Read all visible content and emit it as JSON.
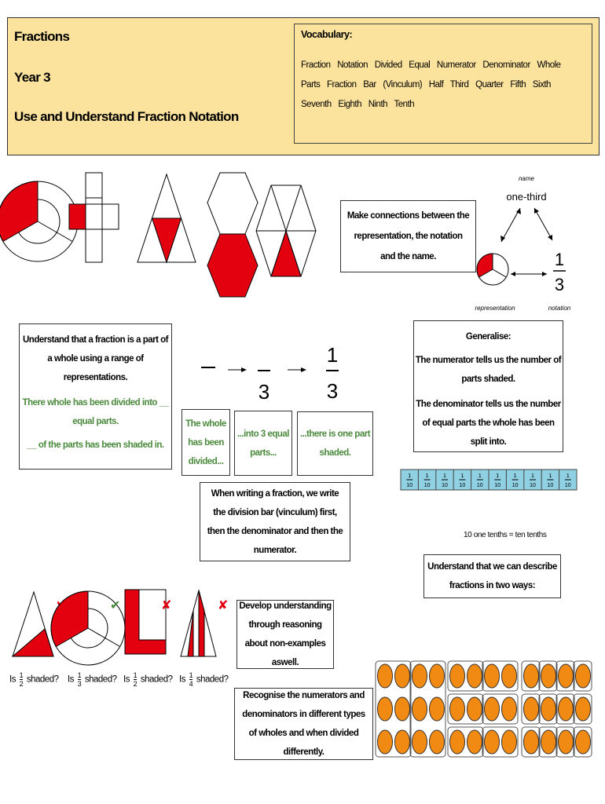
{
  "header": {
    "title": "Fractions",
    "year": "Year 3",
    "subtitle": "Use and Understand Fraction Notation"
  },
  "vocabulary": {
    "heading": "Vocabulary:",
    "words": "Fraction   Notation   Divided   Equal   Numerator   Denominator   Whole   Parts   Fraction Bar (Vinculum)   Half   Third   Quarter   Fifth   Sixth   Seventh   Eighth   Ninth   Tenth"
  },
  "connections": {
    "text": "Make connections between the representation, the notation and the name.",
    "diagram_name_label": "name",
    "diagram_name": "one-third",
    "diagram_rep_label": "representation",
    "diagram_notation_label": "notation",
    "numerator": "1",
    "denominator": "3"
  },
  "understand": {
    "text": "Understand that a fraction is a part of a whole using a range of representations.",
    "green1": "There whole has been divided into __ equal parts.",
    "green2": "__ of the parts has been shaded in."
  },
  "notation_steps": {
    "step2_den": "3",
    "step3_num": "1",
    "step3_den": "3",
    "box1": "The whole has been divided...",
    "box2": "...into 3 equal parts...",
    "box3": "...there is one part shaded."
  },
  "writing": {
    "text": "When writing a fraction, we write the division bar (vinculum) first, then the denominator and then the numerator."
  },
  "generalise": {
    "heading": "Generalise:",
    "line1": "The numerator tells us the number of parts shaded.",
    "line2": "The denominator tells us the number of equal parts the whole has been split into."
  },
  "tenths": {
    "num": "1",
    "den": "10",
    "caption": "10 one tenths = ten tenths"
  },
  "two_ways": {
    "text": "Understand that we can describe fractions in two ways:"
  },
  "non_examples": {
    "text": "Develop understanding through reasoning about non-examples aswell.",
    "q1_num": "1",
    "q1_den": "2",
    "q2_num": "1",
    "q2_den": "3",
    "q3_num": "1",
    "q3_den": "2",
    "q4_num": "1",
    "q4_den": "4",
    "is": "Is",
    "shaded": "shaded?",
    "cross": "✘",
    "tick": "✔"
  },
  "recognise": {
    "text": "Recognise the numerators and denominators in different types of wholes and when divided differently."
  },
  "colors": {
    "red": "#e3000f",
    "header_bg": "#fbe29d",
    "tenths_bg": "#8fd0e3",
    "green": "#4a8a3c",
    "orange": "#f08a12"
  }
}
